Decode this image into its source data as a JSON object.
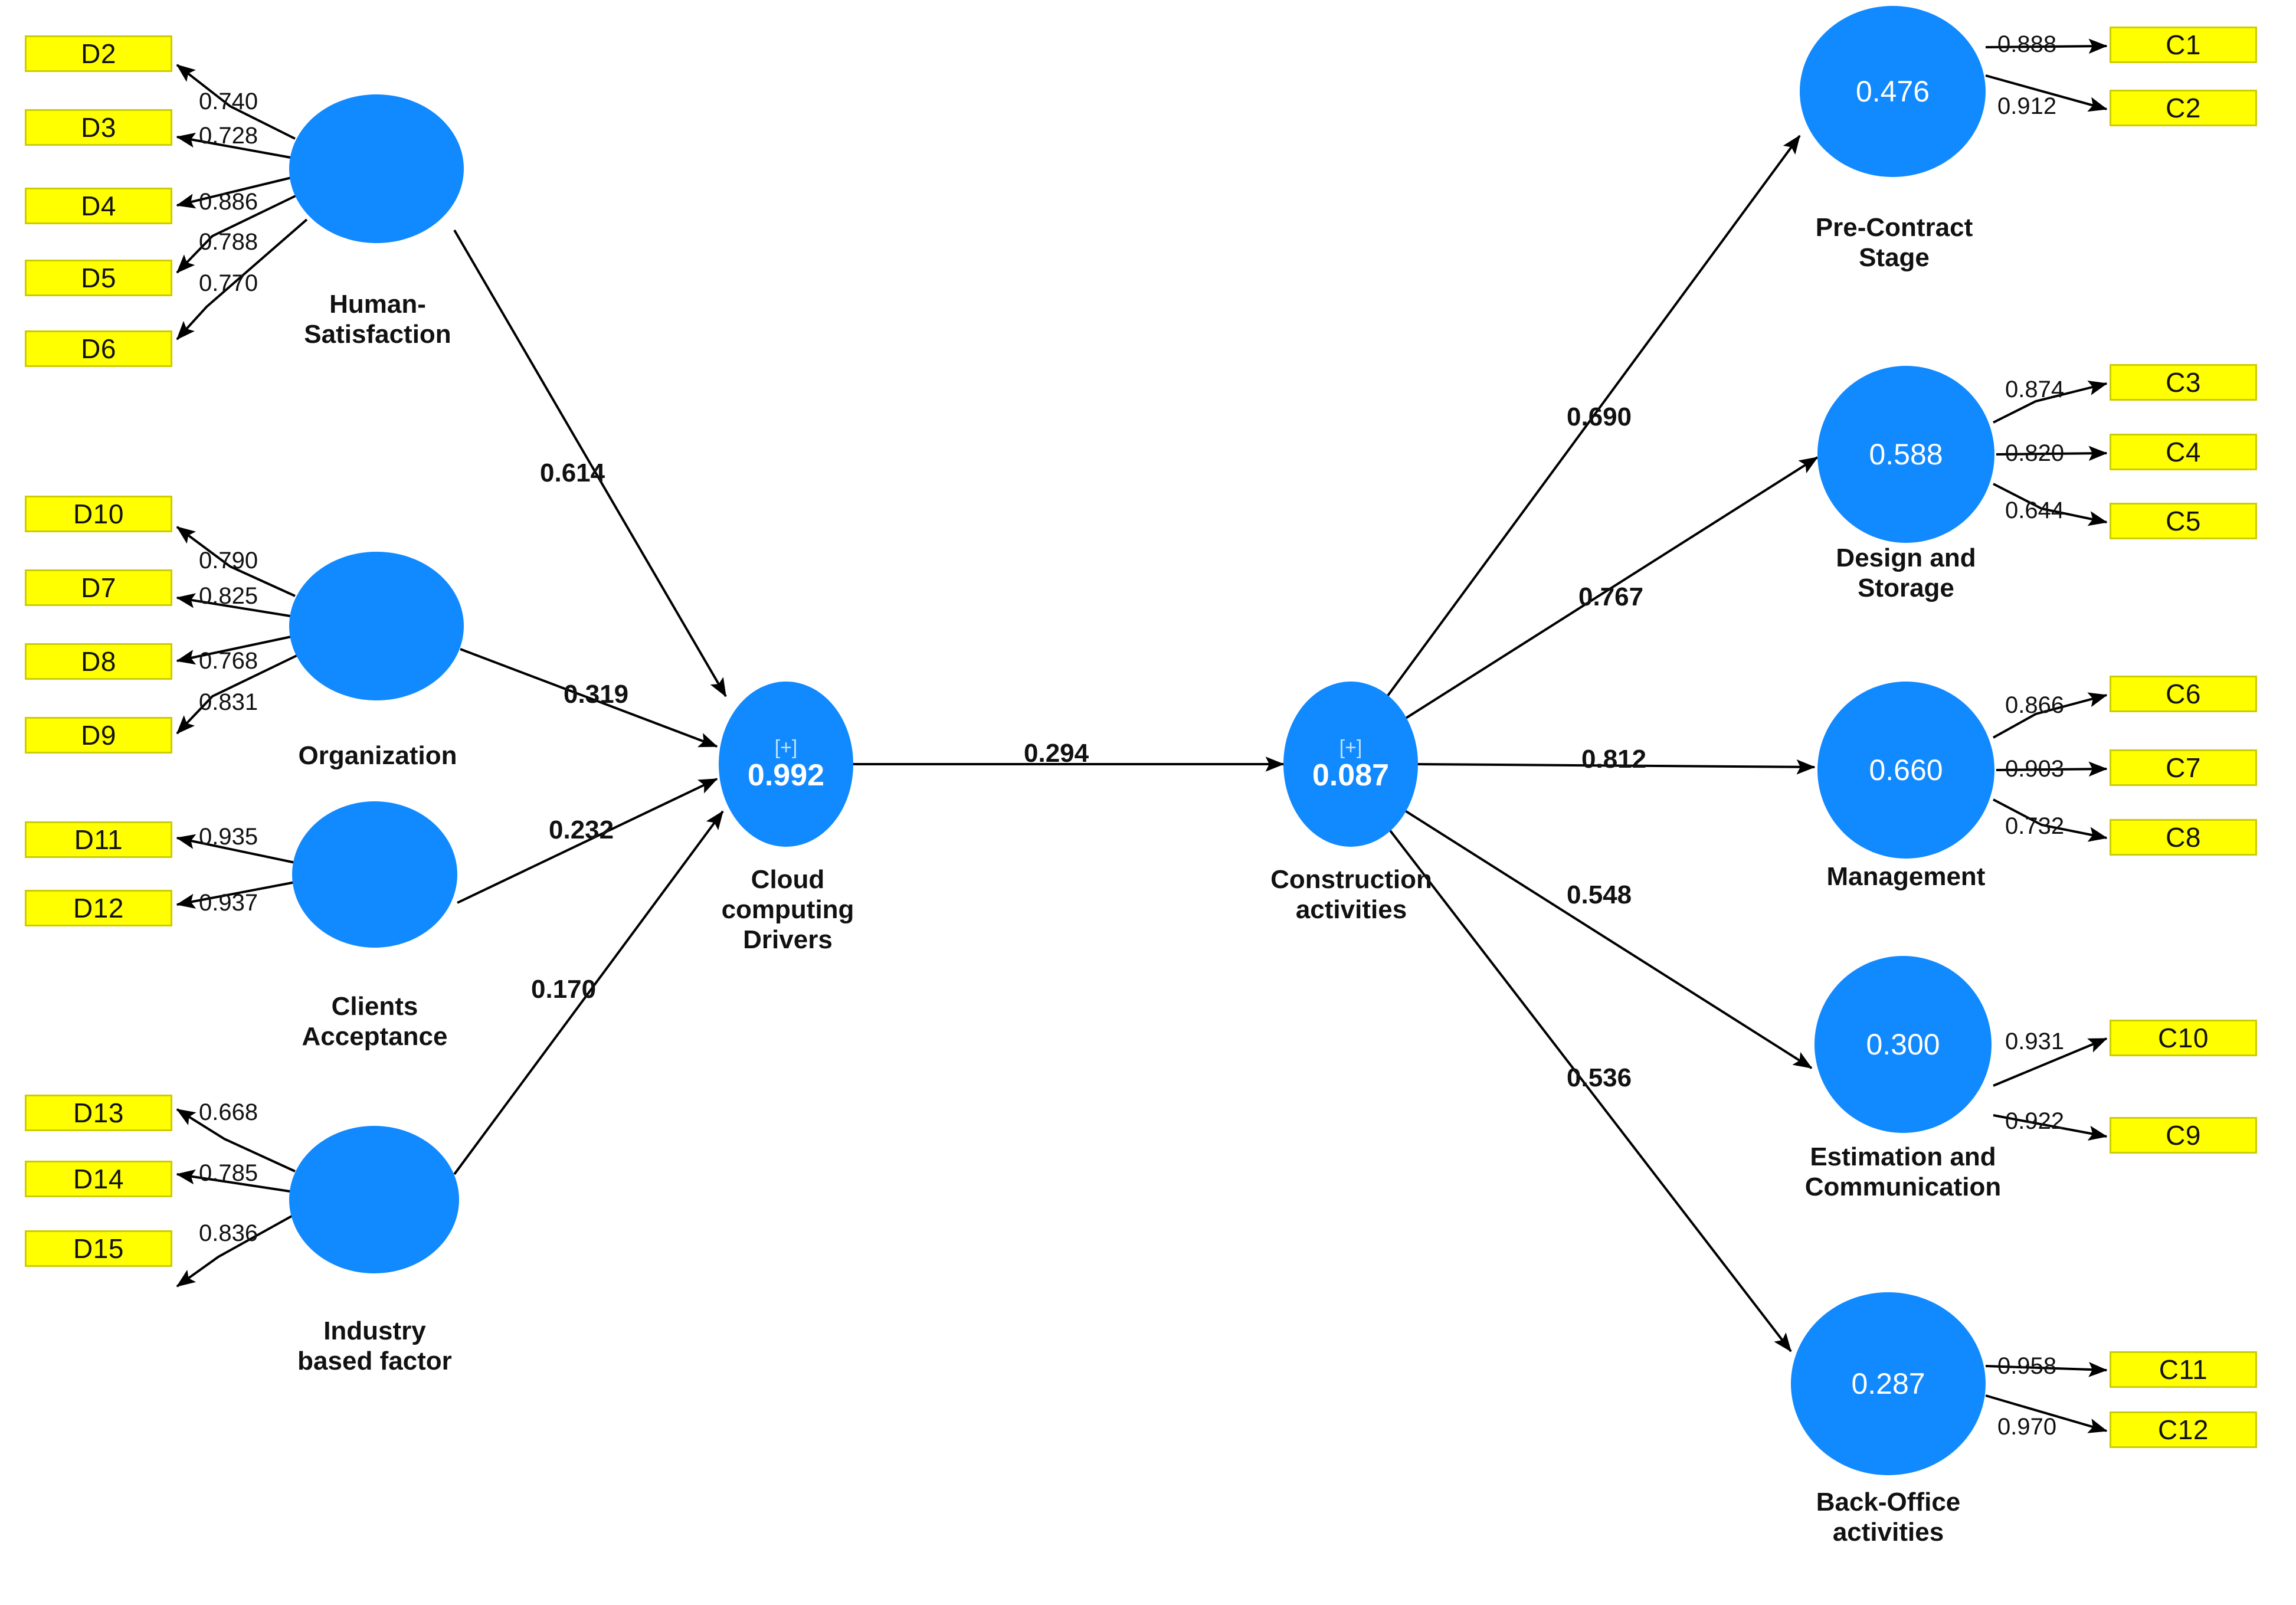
{
  "diagram": {
    "type": "sem-path-diagram",
    "title": "",
    "colors": {
      "indicator_fill": "#FFFF00",
      "indicator_border": "#CCCC00",
      "latent_fill": "#1189FF",
      "latent_text": "#FFFFFF",
      "edge": "#000000",
      "background": "#FFFFFF"
    }
  },
  "indicators": {
    "left": [
      {
        "id": "D2",
        "label": "D2"
      },
      {
        "id": "D3",
        "label": "D3"
      },
      {
        "id": "D4",
        "label": "D4"
      },
      {
        "id": "D5",
        "label": "D5"
      },
      {
        "id": "D6",
        "label": "D6"
      },
      {
        "id": "D10",
        "label": "D10"
      },
      {
        "id": "D7",
        "label": "D7"
      },
      {
        "id": "D8",
        "label": "D8"
      },
      {
        "id": "D9",
        "label": "D9"
      },
      {
        "id": "D11",
        "label": "D11"
      },
      {
        "id": "D12",
        "label": "D12"
      },
      {
        "id": "D13",
        "label": "D13"
      },
      {
        "id": "D14",
        "label": "D14"
      },
      {
        "id": "D15",
        "label": "D15"
      }
    ],
    "right": [
      {
        "id": "C1",
        "label": "C1"
      },
      {
        "id": "C2",
        "label": "C2"
      },
      {
        "id": "C3",
        "label": "C3"
      },
      {
        "id": "C4",
        "label": "C4"
      },
      {
        "id": "C5",
        "label": "C5"
      },
      {
        "id": "C6",
        "label": "C6"
      },
      {
        "id": "C7",
        "label": "C7"
      },
      {
        "id": "C8",
        "label": "C8"
      },
      {
        "id": "C10",
        "label": "C10"
      },
      {
        "id": "C9",
        "label": "C9"
      },
      {
        "id": "C11",
        "label": "C11"
      },
      {
        "id": "C12",
        "label": "C12"
      }
    ]
  },
  "latents": [
    {
      "id": "human_satisfaction",
      "label": "Human-\nSatisfaction",
      "value": "",
      "marker": ""
    },
    {
      "id": "organization",
      "label": "Organization",
      "value": "",
      "marker": ""
    },
    {
      "id": "clients_acceptance",
      "label": "Clients\nAcceptance",
      "value": "",
      "marker": ""
    },
    {
      "id": "industry_based",
      "label": "Industry\nbased factor",
      "value": "",
      "marker": ""
    },
    {
      "id": "cloud_drivers",
      "label": "Cloud\ncomputing\nDrivers",
      "value": "0.992",
      "marker": "[+]"
    },
    {
      "id": "construction",
      "label": "Construction\nactivities",
      "value": "0.087",
      "marker": "[+]"
    },
    {
      "id": "pre_contract",
      "label": "Pre-Contract\nStage",
      "value": "0.476",
      "marker": ""
    },
    {
      "id": "design_storage",
      "label": "Design and\nStorage",
      "value": "0.588",
      "marker": ""
    },
    {
      "id": "management",
      "label": "Management",
      "value": "0.660",
      "marker": ""
    },
    {
      "id": "estimation_comm",
      "label": "Estimation and\nCommunication",
      "value": "0.300",
      "marker": ""
    },
    {
      "id": "back_office",
      "label": "Back-Office\nactivities",
      "value": "0.287",
      "marker": ""
    }
  ],
  "labels": {
    "human_satisfaction_l1": "Human-",
    "human_satisfaction_l2": "Satisfaction",
    "organization_l1": "Organization",
    "clients_l1": "Clients",
    "clients_l2": "Acceptance",
    "industry_l1": "Industry",
    "industry_l2": "based factor",
    "cloud_l1": "Cloud",
    "cloud_l2": "computing",
    "cloud_l3": "Drivers",
    "construction_l1": "Construction",
    "construction_l2": "activities",
    "precontract_l1": "Pre-Contract",
    "precontract_l2": "Stage",
    "design_l1": "Design and",
    "design_l2": "Storage",
    "management_l1": "Management",
    "estimation_l1": "Estimation and",
    "estimation_l2": "Communication",
    "backoffice_l1": "Back-Office",
    "backoffice_l2": "activities",
    "marker_plus": "[+]",
    "cloud_r2": "0.992",
    "construction_r2": "0.087",
    "precontract_r2": "0.476",
    "design_r2": "0.588",
    "management_r2": "0.660",
    "estimation_r2": "0.300",
    "backoffice_r2": "0.287"
  },
  "chart_data": {
    "type": "diagram",
    "title": "PLS-SEM structural model of cloud computing drivers and construction activities",
    "measurement_model": [
      {
        "latent": "Human-Satisfaction",
        "indicator": "D2",
        "loading": 0.74
      },
      {
        "latent": "Human-Satisfaction",
        "indicator": "D3",
        "loading": 0.728
      },
      {
        "latent": "Human-Satisfaction",
        "indicator": "D4",
        "loading": 0.886
      },
      {
        "latent": "Human-Satisfaction",
        "indicator": "D5",
        "loading": 0.788
      },
      {
        "latent": "Human-Satisfaction",
        "indicator": "D6",
        "loading": 0.77
      },
      {
        "latent": "Organization",
        "indicator": "D10",
        "loading": 0.79
      },
      {
        "latent": "Organization",
        "indicator": "D7",
        "loading": 0.825
      },
      {
        "latent": "Organization",
        "indicator": "D8",
        "loading": 0.768
      },
      {
        "latent": "Organization",
        "indicator": "D9",
        "loading": 0.831
      },
      {
        "latent": "Clients Acceptance",
        "indicator": "D11",
        "loading": 0.935
      },
      {
        "latent": "Clients Acceptance",
        "indicator": "D12",
        "loading": 0.937
      },
      {
        "latent": "Industry based factor",
        "indicator": "D13",
        "loading": 0.668
      },
      {
        "latent": "Industry based factor",
        "indicator": "D14",
        "loading": 0.785
      },
      {
        "latent": "Industry based factor",
        "indicator": "D15",
        "loading": 0.836
      },
      {
        "latent": "Pre-Contract Stage",
        "indicator": "C1",
        "loading": 0.888
      },
      {
        "latent": "Pre-Contract Stage",
        "indicator": "C2",
        "loading": 0.912
      },
      {
        "latent": "Design and Storage",
        "indicator": "C3",
        "loading": 0.874
      },
      {
        "latent": "Design and Storage",
        "indicator": "C4",
        "loading": 0.82
      },
      {
        "latent": "Design and Storage",
        "indicator": "C5",
        "loading": 0.644
      },
      {
        "latent": "Management",
        "indicator": "C6",
        "loading": 0.866
      },
      {
        "latent": "Management",
        "indicator": "C7",
        "loading": 0.903
      },
      {
        "latent": "Management",
        "indicator": "C8",
        "loading": 0.732
      },
      {
        "latent": "Estimation and Communication",
        "indicator": "C10",
        "loading": 0.931
      },
      {
        "latent": "Estimation and Communication",
        "indicator": "C9",
        "loading": 0.922
      },
      {
        "latent": "Back-Office activities",
        "indicator": "C11",
        "loading": 0.958
      },
      {
        "latent": "Back-Office activities",
        "indicator": "C12",
        "loading": 0.97
      }
    ],
    "structural_model": [
      {
        "from": "Human-Satisfaction",
        "to": "Cloud computing Drivers",
        "coefficient": 0.614
      },
      {
        "from": "Organization",
        "to": "Cloud computing Drivers",
        "coefficient": 0.319
      },
      {
        "from": "Clients Acceptance",
        "to": "Cloud computing Drivers",
        "coefficient": 0.232
      },
      {
        "from": "Industry based factor",
        "to": "Cloud computing Drivers",
        "coefficient": 0.17
      },
      {
        "from": "Cloud computing Drivers",
        "to": "Construction activities",
        "coefficient": 0.294
      },
      {
        "from": "Construction activities",
        "to": "Pre-Contract Stage",
        "coefficient": 0.69
      },
      {
        "from": "Construction activities",
        "to": "Design and Storage",
        "coefficient": 0.767
      },
      {
        "from": "Construction activities",
        "to": "Management",
        "coefficient": 0.812
      },
      {
        "from": "Construction activities",
        "to": "Estimation and Communication",
        "coefficient": 0.548
      },
      {
        "from": "Construction activities",
        "to": "Back-Office activities",
        "coefficient": 0.536
      }
    ],
    "r_squared": [
      {
        "latent": "Cloud computing Drivers",
        "value": 0.992
      },
      {
        "latent": "Construction activities",
        "value": 0.087
      },
      {
        "latent": "Pre-Contract Stage",
        "value": 0.476
      },
      {
        "latent": "Design and Storage",
        "value": 0.588
      },
      {
        "latent": "Management",
        "value": 0.66
      },
      {
        "latent": "Estimation and Communication",
        "value": 0.3
      },
      {
        "latent": "Back-Office activities",
        "value": 0.287
      }
    ]
  },
  "loadings": {
    "d2": "0.740",
    "d3": "0.728",
    "d4": "0.886",
    "d5": "0.788",
    "d6": "0.770",
    "d10": "0.790",
    "d7": "0.825",
    "d8": "0.768",
    "d9": "0.831",
    "d11": "0.935",
    "d12": "0.937",
    "d13": "0.668",
    "d14": "0.785",
    "d15": "0.836",
    "c1": "0.888",
    "c2": "0.912",
    "c3": "0.874",
    "c4": "0.820",
    "c5": "0.644",
    "c6": "0.866",
    "c7": "0.903",
    "c8": "0.732",
    "c10": "0.931",
    "c9": "0.922",
    "c11": "0.958",
    "c12": "0.970"
  },
  "paths": {
    "hs_cloud": "0.614",
    "org_cloud": "0.319",
    "cli_cloud": "0.232",
    "ind_cloud": "0.170",
    "cloud_constr": "0.294",
    "constr_pre": "0.690",
    "constr_design": "0.767",
    "constr_mgmt": "0.812",
    "constr_est": "0.548",
    "constr_back": "0.536"
  }
}
